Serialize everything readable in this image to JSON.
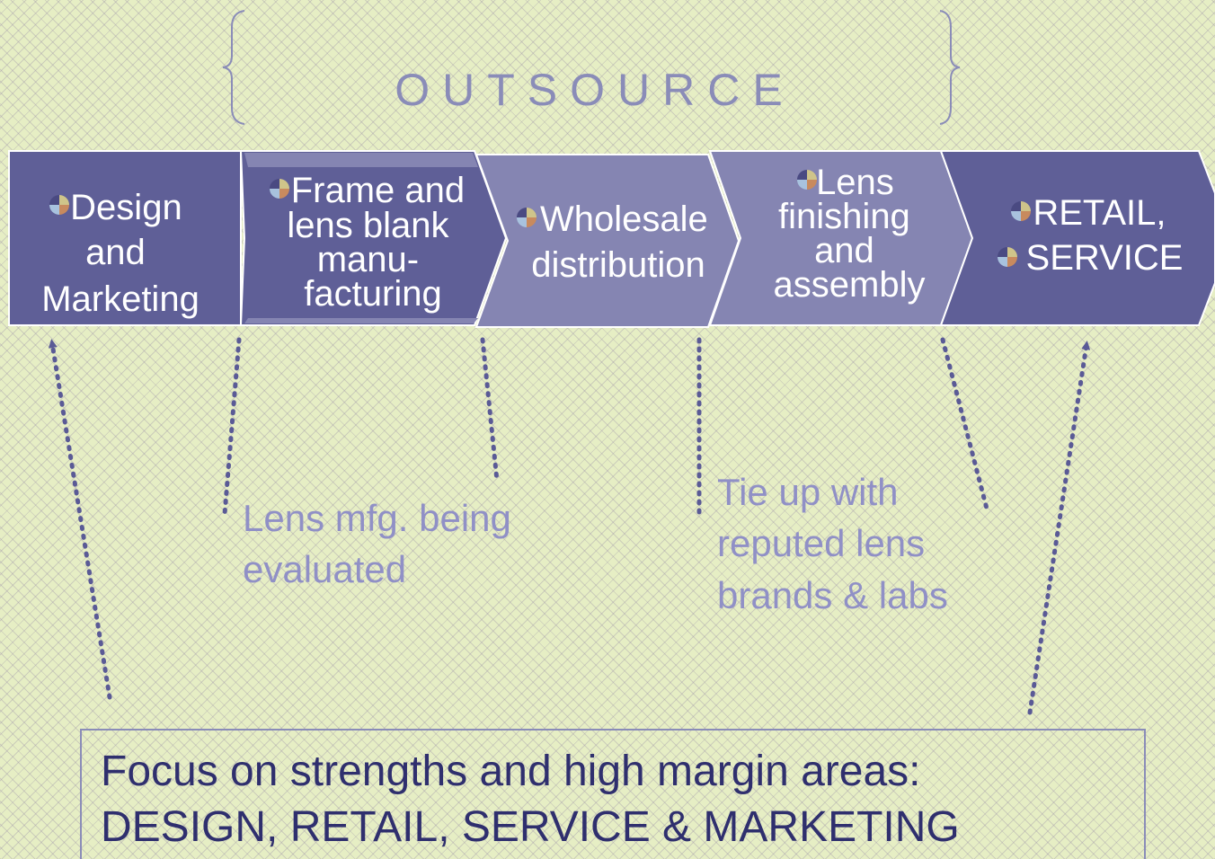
{
  "title": "OUTSOURCE",
  "chain": {
    "design": {
      "lines": [
        "Design",
        "and",
        "Marketing"
      ]
    },
    "frame": {
      "lines": [
        "Frame and",
        "lens blank",
        "manu-",
        "facturing"
      ]
    },
    "wholesale": {
      "lines": [
        "Wholesale",
        "distribution"
      ]
    },
    "lens": {
      "lines": [
        "Lens",
        "finishing",
        "and",
        "assembly"
      ]
    },
    "retail": {
      "lines": [
        "RETAIL,",
        "SERVICE"
      ]
    }
  },
  "notes": {
    "lens_mfg": [
      "Lens mfg. being",
      "evaluated"
    ],
    "tie_up": [
      "Tie up with",
      "reputed lens",
      "brands & labs"
    ]
  },
  "focus": {
    "line1": "Focus  on strengths and  high margin areas:",
    "line2": "DESIGN, RETAIL, SERVICE & MARKETING"
  },
  "colors": {
    "box_dark": "#5f5f97",
    "box_light": "#8585b2",
    "bullet": [
      "#cfc48a",
      "#4a4a82",
      "#a8c2de",
      "#c88a5e"
    ]
  }
}
